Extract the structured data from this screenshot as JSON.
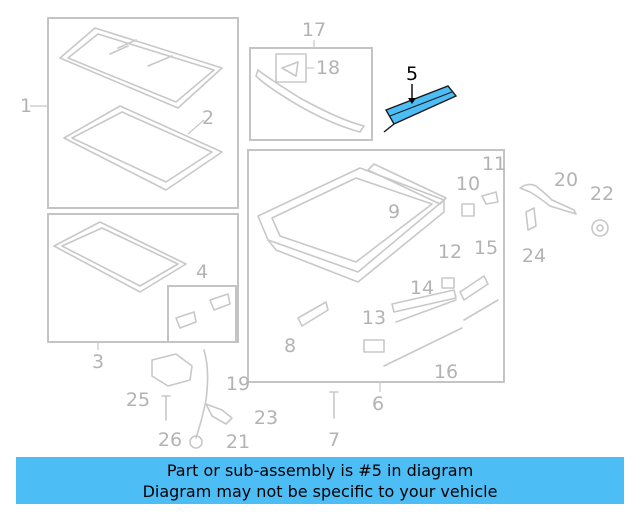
{
  "highlight_color": "#4dbdf6",
  "callouts": {
    "c1": "1",
    "c2": "2",
    "c3": "3",
    "c4": "4",
    "c5": "5",
    "c6": "6",
    "c7": "7",
    "c8": "8",
    "c9": "9",
    "c10": "10",
    "c11": "11",
    "c12": "12",
    "c13": "13",
    "c14": "14",
    "c15": "15",
    "c16": "16",
    "c17": "17",
    "c18": "18",
    "c19": "19",
    "c20": "20",
    "c21": "21",
    "c22": "22",
    "c23": "23",
    "c24": "24",
    "c25": "25",
    "c26": "26"
  },
  "banner": {
    "line1": "Part or sub-assembly is #5 in diagram",
    "line2": "Diagram may not be specific to your vehicle"
  }
}
